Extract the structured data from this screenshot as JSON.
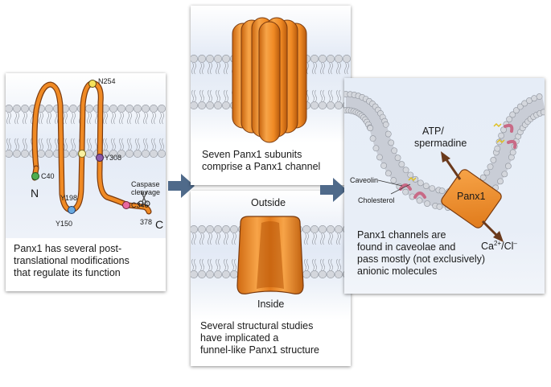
{
  "panel1": {
    "caption": [
      "Panx1 has several post-",
      "translational modifications",
      "that regulate its function"
    ],
    "sites": [
      "N254",
      "C40",
      "Y198",
      "Y308",
      "C346",
      "Y150",
      "378"
    ],
    "n_terminus": "N",
    "c_terminus": "C",
    "caspase": [
      "Caspase",
      "cleavage"
    ]
  },
  "panel2": {
    "caption": [
      "Seven Panx1 subunits",
      "comprise a Panx1 channel"
    ]
  },
  "panel3": {
    "outside": "Outside",
    "inside": "Inside",
    "caption": [
      "Several structural studies",
      "have implicated a",
      "funnel-like Panx1 structure"
    ]
  },
  "panel4": {
    "atp": [
      "ATP/",
      "spermadine"
    ],
    "panx1": "Panx1",
    "caveolin": "Caveolin",
    "cholesterol": "Cholesterol",
    "ion_base": "Ca",
    "ion_sup1": "2+",
    "ion_mid": "/Cl",
    "ion_sup2": "–",
    "caption": [
      "Panx1 channels are",
      "found in caveolae and",
      "pass mostly (not exclusively)",
      "anionic molecules"
    ]
  },
  "colors": {
    "protein": "#f08a24",
    "protein_dark": "#c8640e",
    "arrow": "#4f6a8a",
    "caveolin": "#c86a86",
    "membrane_bg": "#dfe7f4",
    "brown_arrow": "#6b3a1c"
  }
}
